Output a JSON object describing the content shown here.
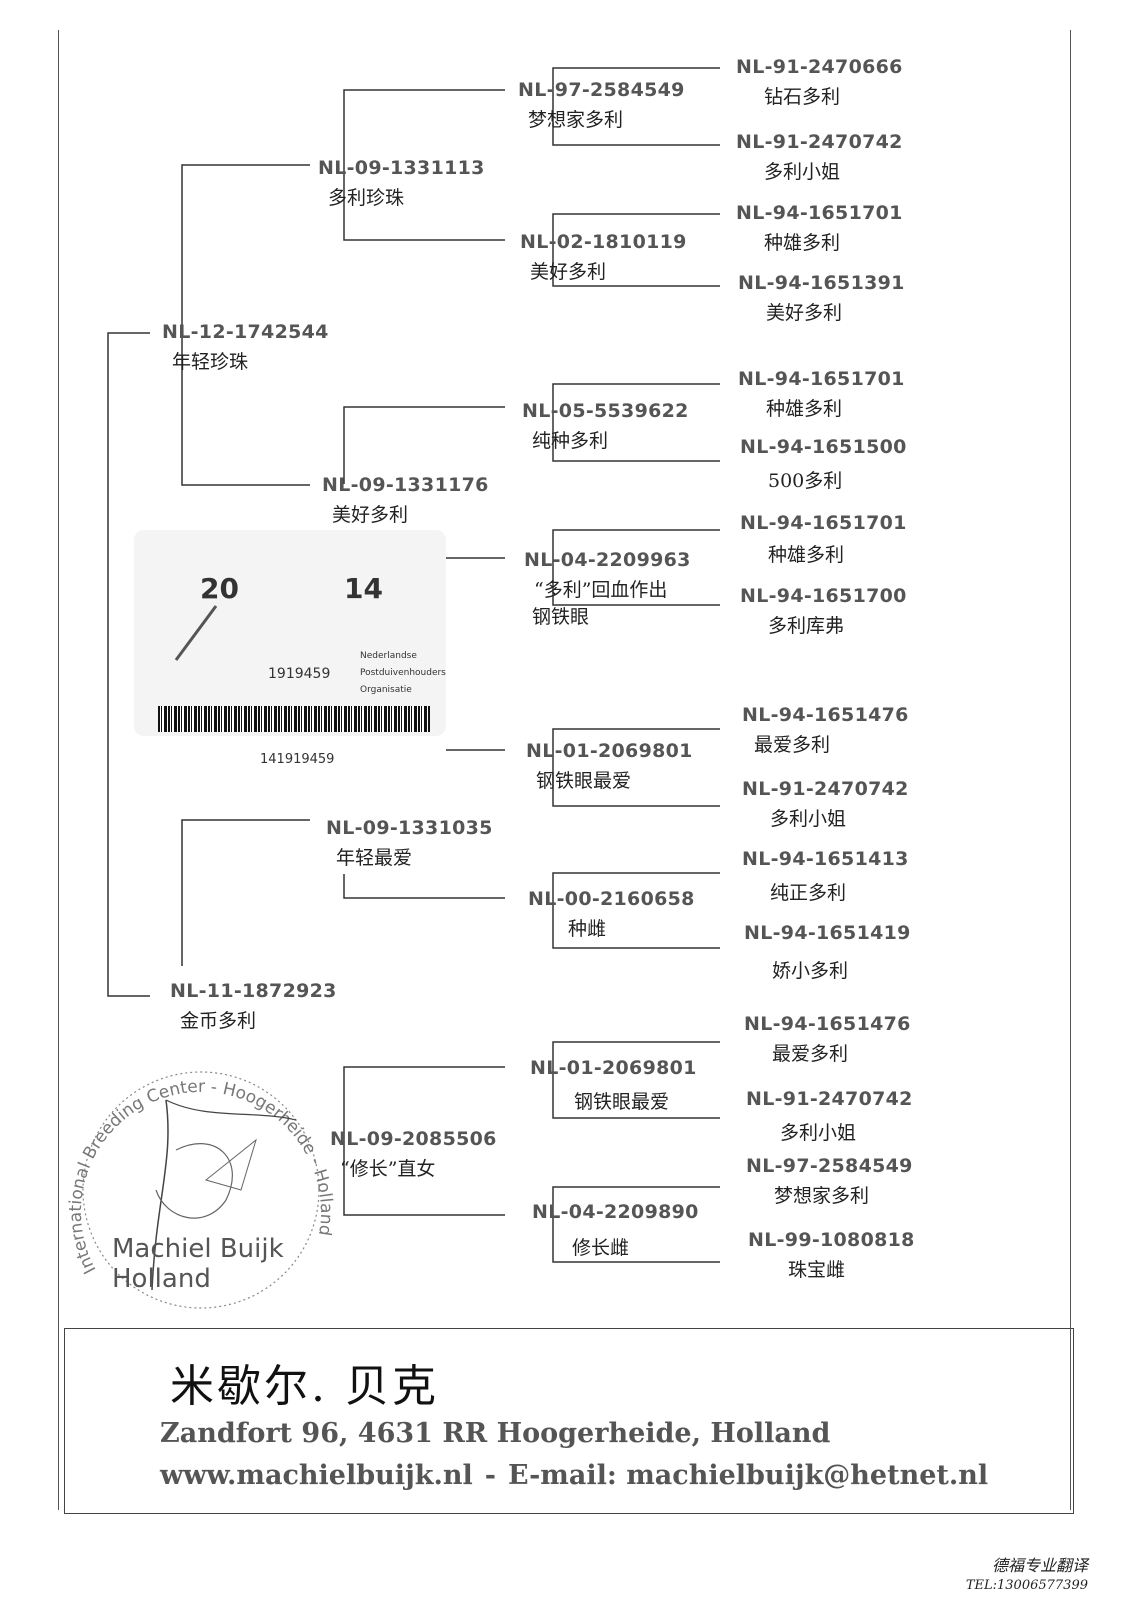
{
  "pedigree": {
    "subject": {
      "id": "",
      "name": ""
    },
    "sire": {
      "id": "NL-12-1742544",
      "name": "年轻珍珠",
      "sire": {
        "id": "NL-09-1331113",
        "name": "多利珍珠",
        "sire": {
          "id": "NL-97-2584549",
          "name": "梦想家多利",
          "sire": {
            "id": "NL-91-2470666",
            "name": "钻石多利"
          },
          "dam": {
            "id": "NL-91-2470742",
            "name": "多利小姐"
          }
        },
        "dam": {
          "id": "NL-02-1810119",
          "name": "美好多利",
          "sire": {
            "id": "NL-94-1651701",
            "name": "种雄多利"
          },
          "dam": {
            "id": "NL-94-1651391",
            "name": "美好多利"
          }
        }
      },
      "dam": {
        "id": "NL-09-1331176",
        "name": "美好多利",
        "sire": {
          "id": "NL-05-5539622",
          "name": "纯种多利",
          "sire": {
            "id": "NL-94-1651701",
            "name": "种雄多利"
          },
          "dam": {
            "id": "NL-94-1651500",
            "name": "500多利"
          }
        },
        "dam": {
          "id": "NL-04-2209963",
          "name": "“多利”回血作出",
          "name2": "钢铁眼",
          "sire": {
            "id": "NL-94-1651701",
            "name": "种雄多利"
          },
          "dam": {
            "id": "NL-94-1651700",
            "name": "多利库弗"
          }
        }
      }
    },
    "dam": {
      "id": "NL-11-1872923",
      "name": "金币多利",
      "sire": {
        "id": "NL-09-1331035",
        "name": "年轻最爱",
        "sire": {
          "id": "NL-01-2069801",
          "name": "钢铁眼最爱",
          "sire": {
            "id": "NL-94-1651476",
            "name": "最爱多利"
          },
          "dam": {
            "id": "NL-91-2470742",
            "name": "多利小姐"
          }
        },
        "dam": {
          "id": "NL-00-2160658",
          "name": "种雌",
          "sire": {
            "id": "NL-94-1651413",
            "name": "纯正多利"
          },
          "dam": {
            "id": "NL-94-1651419",
            "name": "娇小多利"
          }
        }
      },
      "dam": {
        "id": "NL-09-2085506",
        "name": "“修长”直女",
        "sire": {
          "id": "NL-01-2069801",
          "name": "钢铁眼最爱",
          "sire": {
            "id": "NL-94-1651476",
            "name": "最爱多利"
          },
          "dam": {
            "id": "NL-91-2470742",
            "name": "多利小姐"
          }
        },
        "dam": {
          "id": "NL-04-2209890",
          "name": "修长雌",
          "sire": {
            "id": "NL-97-2584549",
            "name": "梦想家多利"
          },
          "dam": {
            "id": "NL-99-1080818",
            "name": "珠宝雌"
          }
        }
      }
    }
  },
  "ring_card": {
    "year_left": "20",
    "year_right": "14",
    "number": "1919459",
    "org_lines": [
      "Nederlandse",
      "Postduivenhouders",
      "Organisatie"
    ],
    "barcode_number": "141919459"
  },
  "stamp": {
    "arc_text": "International Breeding Center - Hoogerheide - Holland",
    "name_line1": "Machiel Buijk",
    "name_line2": "Holland"
  },
  "footer": {
    "name": "米歇尔. 贝克",
    "address": "Zandfort 96, 4631 RR Hoogerheide, Holland",
    "website": "www.machielbuijk.nl",
    "separator": "-",
    "email": "E-mail: machielbuijk@hetnet.nl"
  },
  "credit": {
    "line1": "德福专业翻译",
    "line2": "TEL:13006577399"
  }
}
